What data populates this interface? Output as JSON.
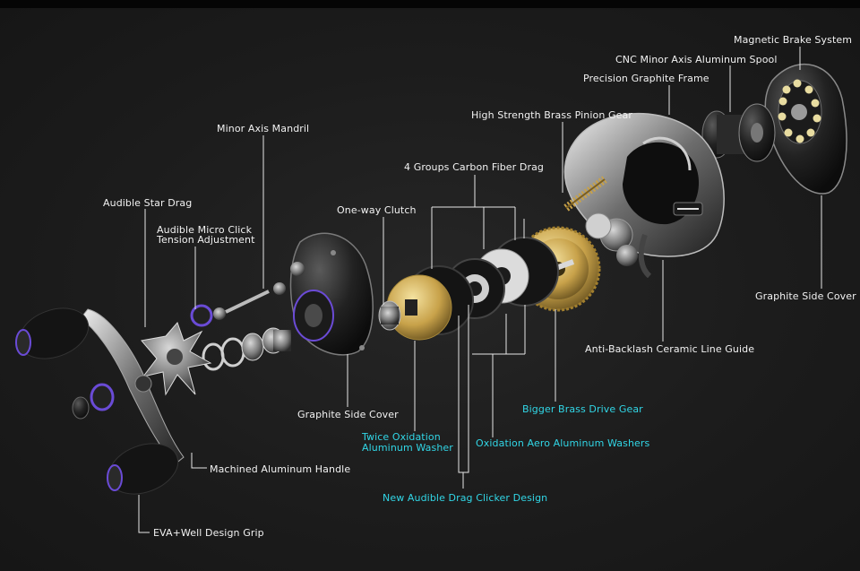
{
  "labels": {
    "magnetic_brake": "Magnetic Brake System",
    "cnc_spool": "CNC Minor Axis Aluminum Spool",
    "graphite_frame": "Precision Graphite Frame",
    "pinion_gear": "High Strength Brass Pinion Gear",
    "minor_axis_mandril": "Minor Axis Mandril",
    "carbon_drag": "4 Groups Carbon Fiber Drag",
    "star_drag": "Audible Star Drag",
    "one_way_clutch": "One-way Clutch",
    "micro_click_1": "Audible Micro Click",
    "micro_click_2": "Tension Adjustment",
    "side_cover_right": "Graphite Side Cover",
    "line_guide": "Anti-Backlash Ceramic Line Guide",
    "side_cover_left": "Graphite Side Cover",
    "drive_gear": "Bigger Brass Drive Gear",
    "oxidation_washer_1": "Twice Oxidation",
    "oxidation_washer_2": "Aluminum Washer",
    "aero_washers": "Oxidation Aero Aluminum  Washers",
    "handle": "Machined Aluminum Handle",
    "drag_clicker": "New Audible Drag Clicker Design",
    "grip": "EVA+Well Design Grip"
  },
  "colors": {
    "background": "#1c1c1c",
    "label_white": "#f2f2f2",
    "label_cyan": "#31d6e6",
    "accent_purple": "#6a4bd6",
    "brass": "#c8a24a"
  }
}
